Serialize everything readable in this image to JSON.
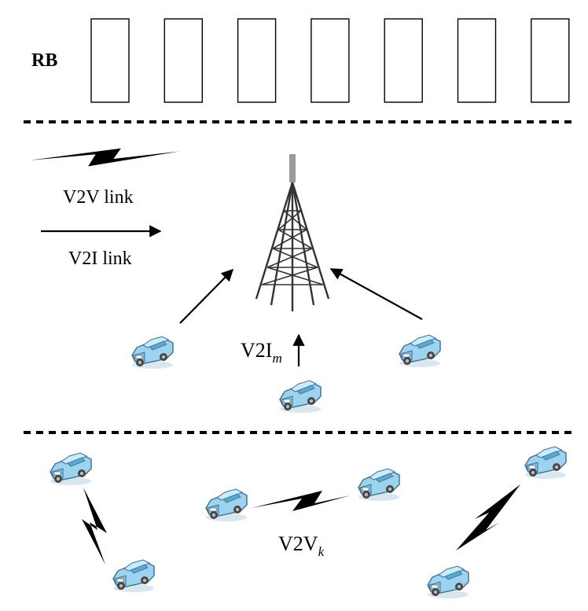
{
  "resource_blocks": {
    "label": "RB",
    "count": 7
  },
  "legend": {
    "v2v_label": "V2V link",
    "v2i_label": "V2I link"
  },
  "links": {
    "v2i_main": "V2I",
    "v2i_sub": "m",
    "v2v_main": "V2V",
    "v2v_sub": "k"
  },
  "colors": {
    "car_body": "#9dd3ee",
    "car_dark": "#4b8fb8",
    "tower": "#333333",
    "antenna": "#9a9a9a"
  },
  "icons": {
    "tower": "cell-tower-icon",
    "vehicle": "car-icon",
    "v2v_link": "lightning-link-icon",
    "v2i_link": "arrow-link-icon"
  }
}
